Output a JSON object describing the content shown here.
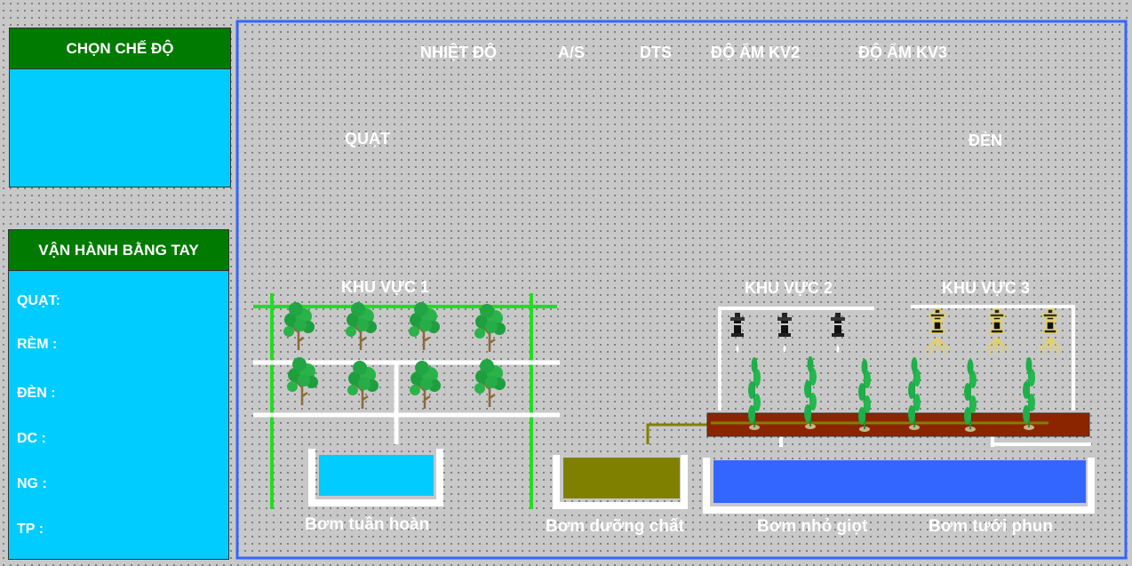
{
  "mode_panel": {
    "title": "CHỌN CHẾ ĐỘ"
  },
  "manual_panel": {
    "title": "VẬN HÀNH BẰNG TAY",
    "labels": [
      "QUẠT:",
      "RÈM :",
      "ĐÈN :",
      "DC :",
      "NG :",
      "TP :"
    ]
  },
  "sensors": {
    "temperature": "NHIỆT ĐỘ",
    "light": "A/S",
    "dts": "DTS",
    "humidity_kv2": "ĐỘ ẨM KV2",
    "humidity_kv3": "ĐỘ ẨM KV3"
  },
  "devices": {
    "fan": "QUẠT",
    "lamp": "ĐÈN"
  },
  "zones": {
    "zone1": "KHU VỰC 1",
    "zone2": "KHU VỰC 2",
    "zone3": "KHU VỰC 3"
  },
  "pumps": {
    "circulation": "Bơm tuần hoàn",
    "nutrient": "Bơm dưỡng chất",
    "drip": "Bơm nhỏ giọt",
    "spray": "Bơm tưới phun"
  },
  "colors": {
    "panel_bg": "#00ccff",
    "panel_header": "#007a00",
    "frame_border": "#3366ff",
    "hydro_frame": "#22dd22",
    "tank_circulation": "#00ccff",
    "tank_nutrient": "#808000",
    "tank_irrigation": "#3366ff",
    "soil_bed": "#8b2500"
  }
}
